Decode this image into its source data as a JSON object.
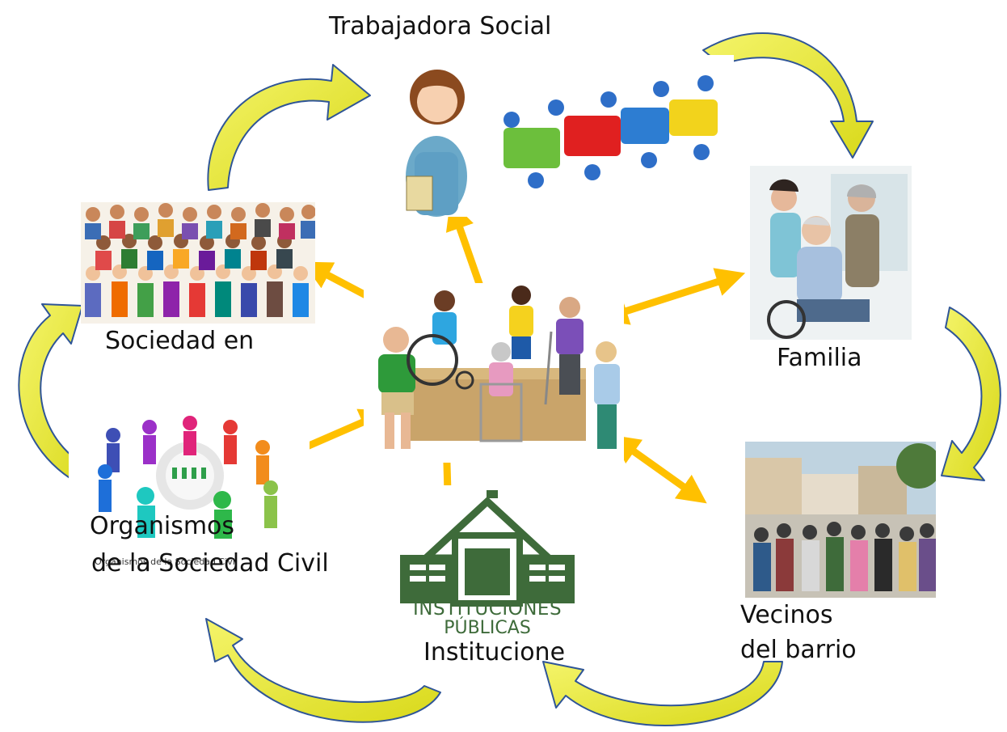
{
  "nodes": {
    "trabajadora": {
      "label": "Trabajadora Social"
    },
    "sociedad": {
      "label": "Sociedad en"
    },
    "familia": {
      "label": "Familia"
    },
    "organismos": {
      "label_line1": "Organismos",
      "label_line2": "de la Sociedad Civil",
      "watermark": "Organismos de la Sociedad Civil"
    },
    "instituciones": {
      "label": "Institucione",
      "logo_line1": "INSTITUCIONES",
      "logo_line2": "PÚBLICAS"
    },
    "vecinos": {
      "label_line1": "Vecinos",
      "label_line2": "del barrio"
    }
  },
  "colors": {
    "double_arrow": "#FFC000",
    "cycle_arrow_fill": "#E6E61E",
    "cycle_arrow_outline": "#2F5597",
    "institution_logo": "#3E6B3A"
  },
  "icons": [
    "social-worker-icon",
    "puzzle-team-icon",
    "crowd-icon",
    "family-wheelchair-icon",
    "community-circle-icon",
    "institution-building-icon",
    "neighbors-photo-icon",
    "disability-group-icon"
  ]
}
